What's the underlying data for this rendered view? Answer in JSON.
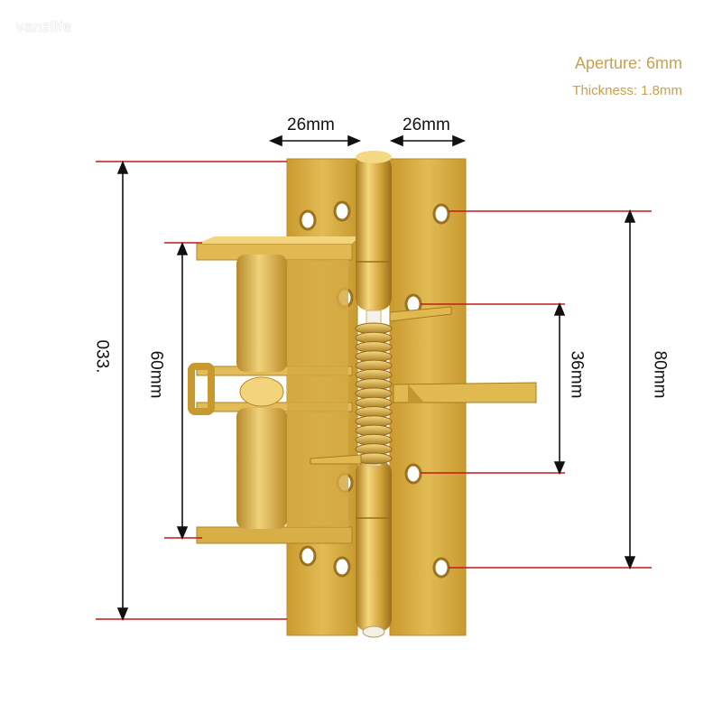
{
  "watermark": "vanzlife",
  "specs": {
    "aperture": "Aperture: 6mm",
    "thickness": "Thickness: 1.8mm"
  },
  "dimensions": {
    "left_leaf_width": "26mm",
    "right_leaf_width": "26mm",
    "overall_height": "033.",
    "bracket_height": "60mm",
    "inner_hole_spacing": "36mm",
    "outer_hole_spacing": "80mm"
  },
  "colors": {
    "brass": "#d4a93c",
    "brass_dark": "#a57c1e",
    "brass_light": "#f0cf6e",
    "dimension_line": "#c21a1a",
    "spec_text": "#c9a04f"
  }
}
